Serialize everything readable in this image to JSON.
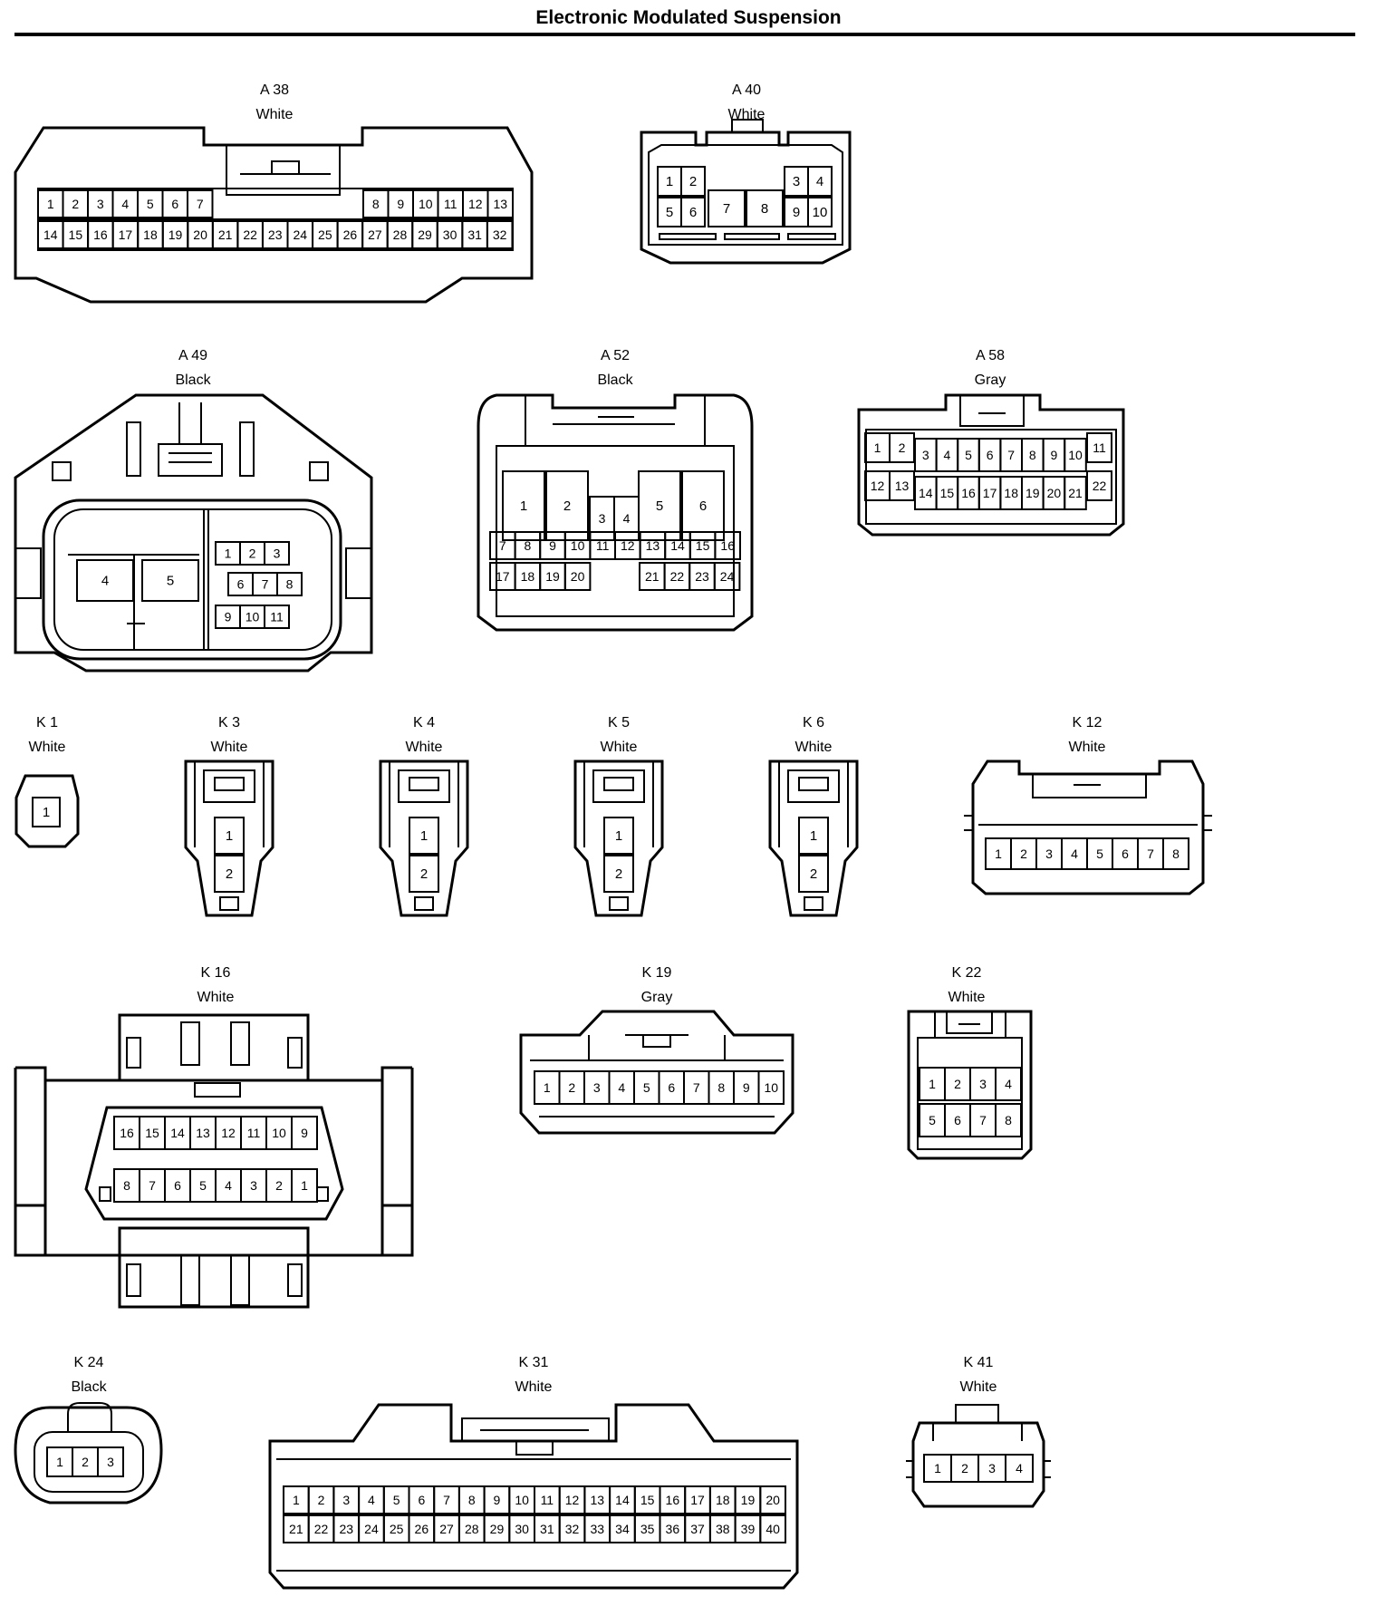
{
  "title": "Electronic Modulated Suspension",
  "connectors": {
    "A38": {
      "name": "A 38",
      "color": "White"
    },
    "A40": {
      "name": "A 40",
      "color": "White"
    },
    "A49": {
      "name": "A 49",
      "color": "Black"
    },
    "A52": {
      "name": "A 52",
      "color": "Black"
    },
    "A58": {
      "name": "A 58",
      "color": "Gray"
    },
    "K1": {
      "name": "K 1",
      "color": "White"
    },
    "K3": {
      "name": "K 3",
      "color": "White"
    },
    "K4": {
      "name": "K 4",
      "color": "White"
    },
    "K5": {
      "name": "K 5",
      "color": "White"
    },
    "K6": {
      "name": "K 6",
      "color": "White"
    },
    "K12": {
      "name": "K 12",
      "color": "White"
    },
    "K16": {
      "name": "K 16",
      "color": "White"
    },
    "K19": {
      "name": "K 19",
      "color": "Gray"
    },
    "K22": {
      "name": "K 22",
      "color": "White"
    },
    "K24": {
      "name": "K 24",
      "color": "Black"
    },
    "K31": {
      "name": "K 31",
      "color": "White"
    },
    "K41": {
      "name": "K 41",
      "color": "White"
    }
  }
}
